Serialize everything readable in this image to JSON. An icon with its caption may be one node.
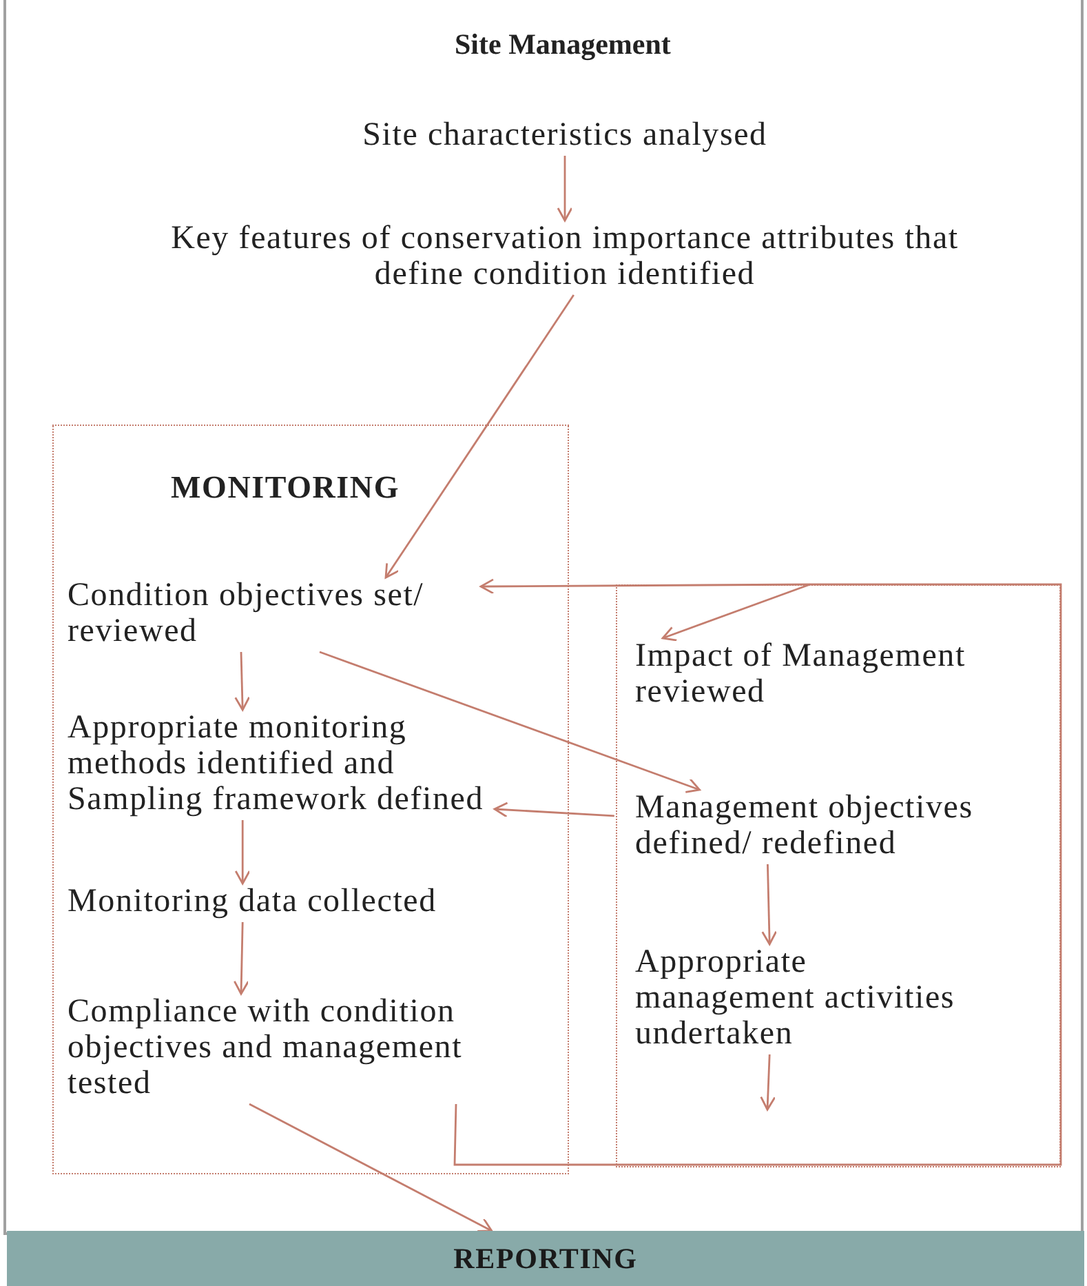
{
  "diagram": {
    "title": "Site Management",
    "nodes": [
      {
        "text": [
          "Site characteristics analysed"
        ]
      },
      {
        "text": [
          "Key features of conservation importance attributes that define condition identified"
        ]
      },
      {
        "text": [
          "MONITORING"
        ]
      },
      {
        "text": [
          "Condition objectives set/ reviewed"
        ],
        "in": 2
      },
      {
        "text": [
          "Appropriate monitoring methods identified and Sampling framework defined"
        ],
        "in": 2
      },
      {
        "text": [
          "Monitoring data collected"
        ],
        "in": 2
      },
      {
        "text": [
          "Compliance with condition objectives and management tested"
        ],
        "in": 2
      },
      {
        "text": [],
        "shape": "box"
      },
      {
        "text": [
          "Impact of Management reviewed"
        ],
        "in": 7
      },
      {
        "text": [
          "Management objectives defined/ redefined"
        ],
        "in": 7
      },
      {
        "text": [
          "Appropriate management activities undertaken"
        ],
        "in": 7
      },
      {
        "text": [
          "REPORTING"
        ]
      }
    ],
    "edges": [
      {
        "from": 0,
        "to": 1,
        "arrow": "to"
      },
      {
        "from": 1,
        "to": 3,
        "arrow": "to"
      },
      {
        "from": 3,
        "to": 9,
        "arrow": "to"
      },
      {
        "from": 3,
        "to": 4,
        "arrow": "to"
      },
      {
        "from": 4,
        "to": 5,
        "arrow": "to"
      },
      {
        "from": 5,
        "to": 6,
        "arrow": "to"
      },
      {
        "from": 6,
        "to": 11,
        "arrow": "to"
      },
      {
        "from": 9,
        "to": 4,
        "arrow": "to"
      },
      {
        "from": 9,
        "to": 10,
        "arrow": "to"
      },
      {
        "from": 10,
        "to": null,
        "arrow": "to"
      },
      {
        "from": 6,
        "to": 3,
        "arrow": "to"
      },
      {
        "from": 6,
        "to": 8,
        "arrow": "to"
      }
    ]
  }
}
